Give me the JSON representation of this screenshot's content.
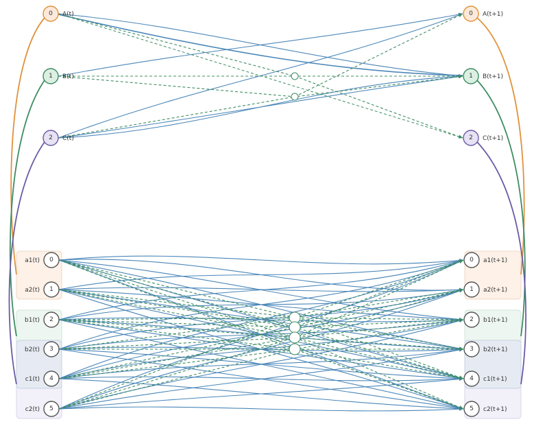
{
  "colors": {
    "blue": "#4a86b8",
    "green_dashed": "#3d8c62",
    "A": {
      "stroke": "#e0913a",
      "fill": "#fbeadb"
    },
    "B": {
      "stroke": "#3d8c62",
      "fill": "#dcefe3"
    },
    "C": {
      "stroke": "#6a5aa6",
      "fill": "#e7e2f4"
    },
    "group_a": {
      "fill": "#fdf1e8",
      "stroke": "#f0d7c2"
    },
    "group_b": {
      "fill": "#eef6f1",
      "stroke": "#cfe5d8"
    },
    "group_c": {
      "fill": "#f2f0f9",
      "stroke": "#dad5ec"
    },
    "overlap": {
      "fill": "#e6ebf3",
      "stroke": "#c8d2e2"
    }
  },
  "upper": {
    "left": [
      {
        "num": "0",
        "label": "A(t)"
      },
      {
        "num": "1",
        "label": "B(t)"
      },
      {
        "num": "2",
        "label": "C(t)"
      }
    ],
    "right": [
      {
        "num": "0",
        "label": "A(t+1)"
      },
      {
        "num": "1",
        "label": "B(t+1)"
      },
      {
        "num": "2",
        "label": "C(t+1)"
      }
    ]
  },
  "lower": {
    "left": [
      {
        "num": "0",
        "label": "a1(t)"
      },
      {
        "num": "1",
        "label": "a2(t)"
      },
      {
        "num": "2",
        "label": "b1(t)"
      },
      {
        "num": "3",
        "label": "b2(t)"
      },
      {
        "num": "4",
        "label": "c1(t)"
      },
      {
        "num": "5",
        "label": "c2(t)"
      }
    ],
    "right": [
      {
        "num": "0",
        "label": "a1(t+1)"
      },
      {
        "num": "1",
        "label": "a2(t+1)"
      },
      {
        "num": "2",
        "label": "b1(t+1)"
      },
      {
        "num": "3",
        "label": "b2(t+1)"
      },
      {
        "num": "4",
        "label": "c1(t+1)"
      },
      {
        "num": "5",
        "label": "c2(t+1)"
      }
    ]
  }
}
